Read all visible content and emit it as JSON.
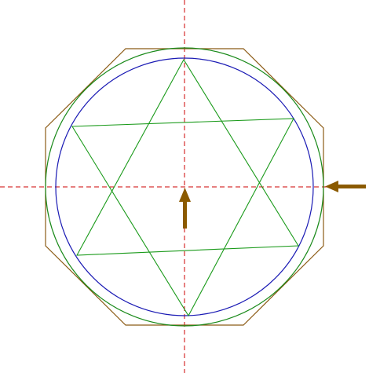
{
  "canvas": {
    "background": "#ffffff"
  },
  "colors": {
    "axis": "#cc0000",
    "octagon": "#8b5a14",
    "outer_circle": "#1a8a1a",
    "inner_circle": "#1a1ab4",
    "star": "#1a9a1a",
    "arrow": "#8b5a00"
  },
  "shapes": [
    {
      "kind": "horizontal-axis",
      "style": "dashed",
      "color_key": "axis"
    },
    {
      "kind": "vertical-axis",
      "style": "dashed",
      "color_key": "axis"
    },
    {
      "kind": "octagon",
      "color_key": "octagon"
    },
    {
      "kind": "outer-circle",
      "color_key": "outer_circle"
    },
    {
      "kind": "inner-circle",
      "color_key": "inner_circle"
    },
    {
      "kind": "star-triangle-up",
      "color_key": "star"
    },
    {
      "kind": "star-triangle-down",
      "color_key": "star"
    }
  ],
  "arrows": [
    {
      "name": "up-arrow",
      "direction": "up",
      "color_key": "arrow"
    },
    {
      "name": "left-arrow",
      "direction": "left",
      "color_key": "arrow"
    }
  ]
}
